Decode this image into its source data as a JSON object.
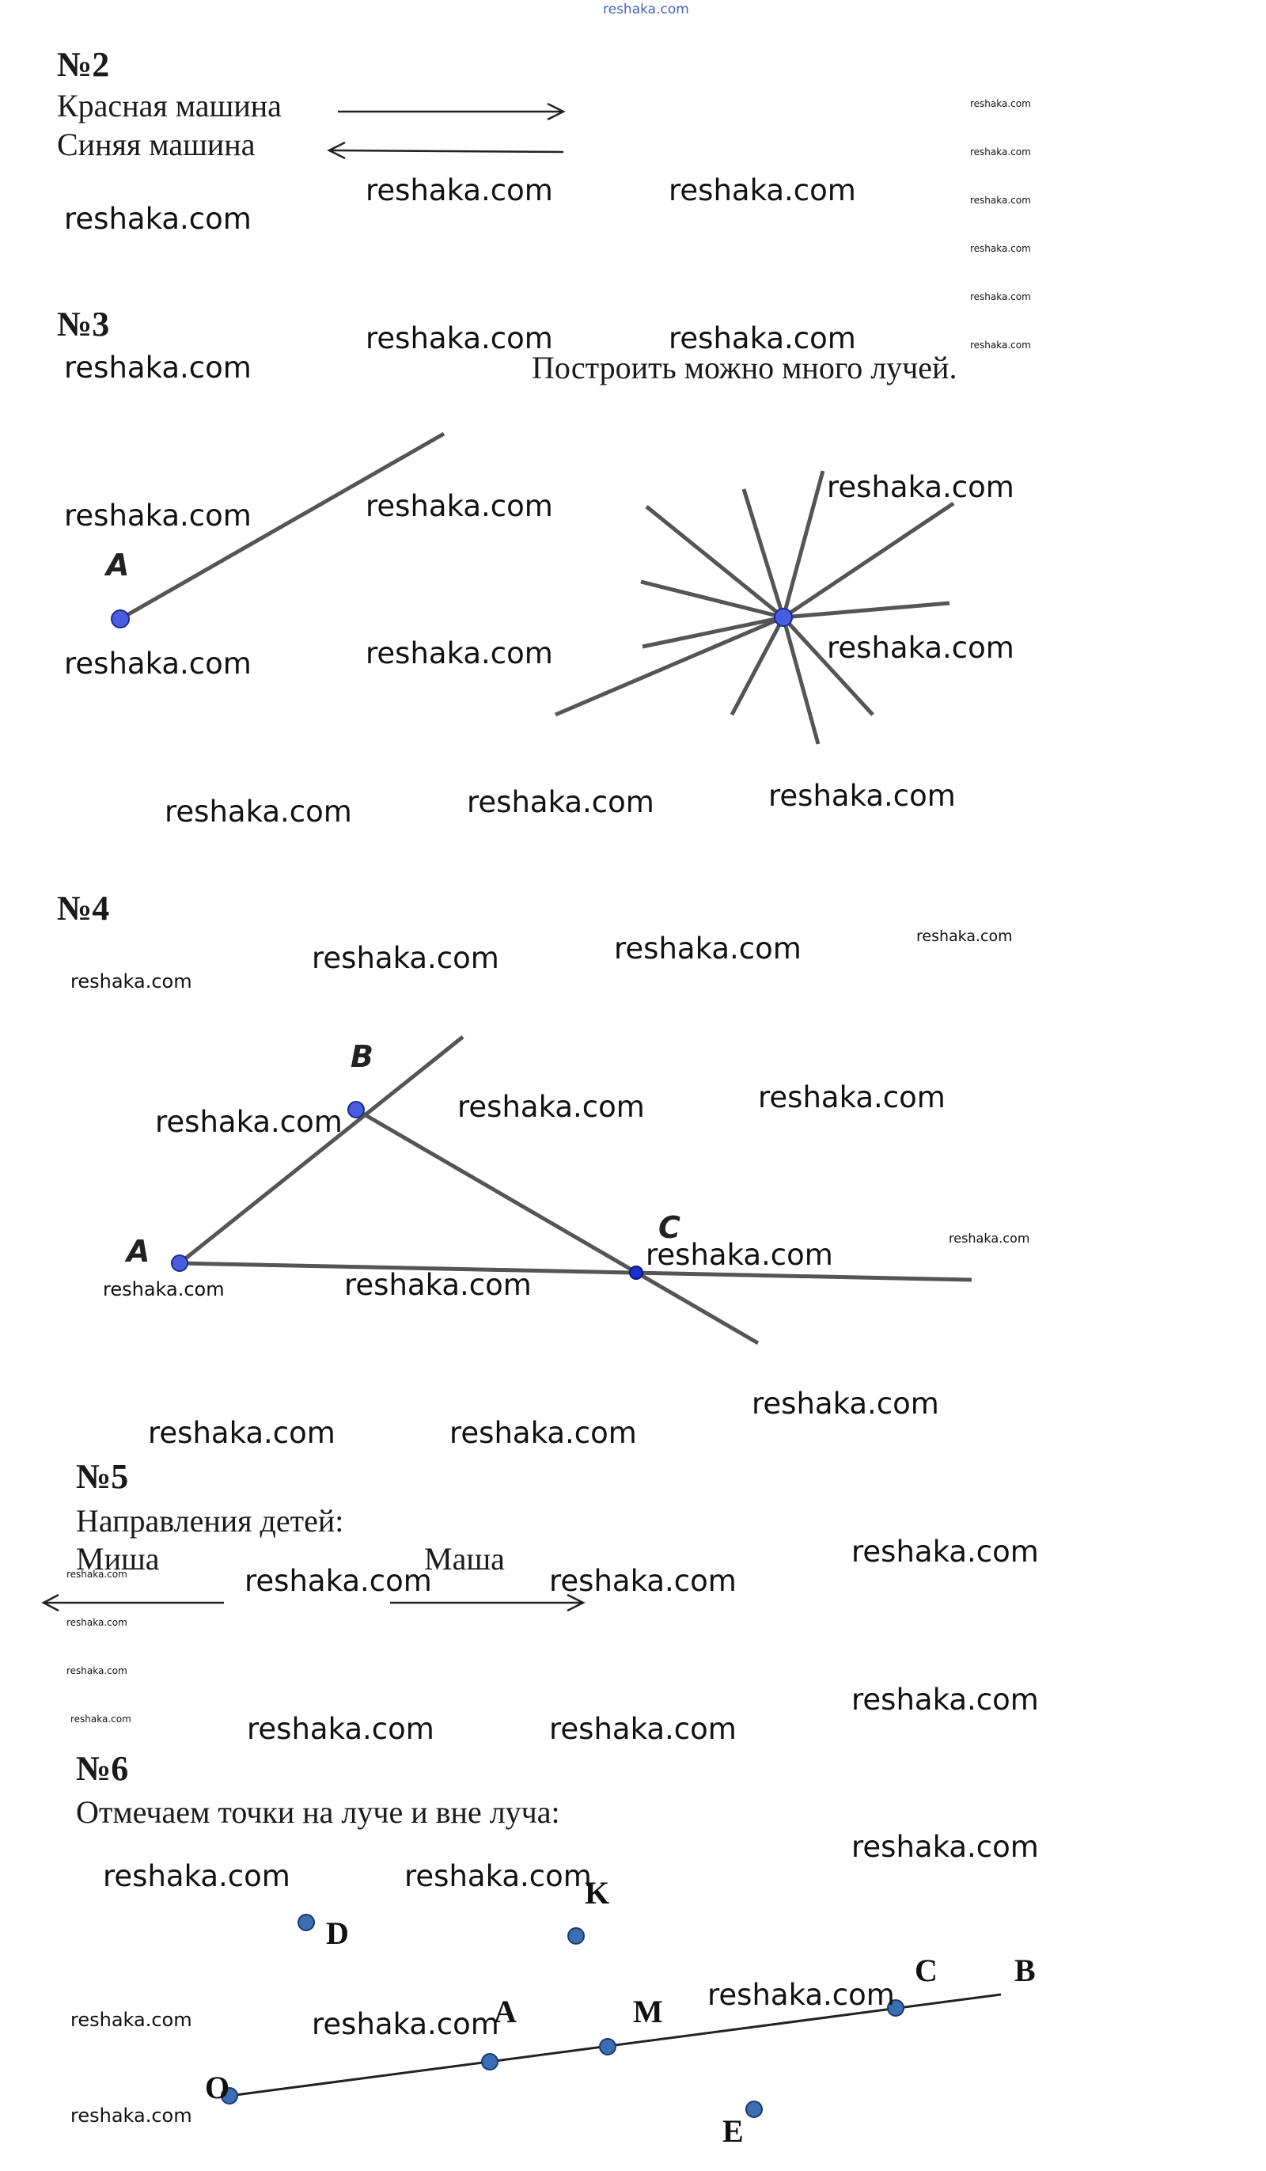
{
  "header": {
    "site_link": "reshaka.com"
  },
  "task2": {
    "number": "№2",
    "red_car": "Красная машина",
    "blue_car": "Синяя машина"
  },
  "task3": {
    "number": "№3",
    "note": "Построить можно много лучей.",
    "point_a": "A"
  },
  "task4": {
    "number": "№4",
    "point_a": "A",
    "point_b": "B",
    "point_c": "C"
  },
  "task5": {
    "number": "№5",
    "heading": "Направления детей:",
    "misha": "Миша",
    "masha": "Маша"
  },
  "task6": {
    "number": "№6",
    "heading": "Отмечаем точки на луче и вне луча:",
    "points": {
      "o": "O",
      "a": "A",
      "m": "M",
      "c": "C",
      "b": "B",
      "d": "D",
      "k": "K",
      "e": "E"
    }
  },
  "watermark": {
    "text": "reshaka.com"
  },
  "colors": {
    "point_fill": "#4a5de0",
    "point_stroke": "#1e2a8c",
    "line": "#555555",
    "point6_fill": "#3a6fb5"
  }
}
